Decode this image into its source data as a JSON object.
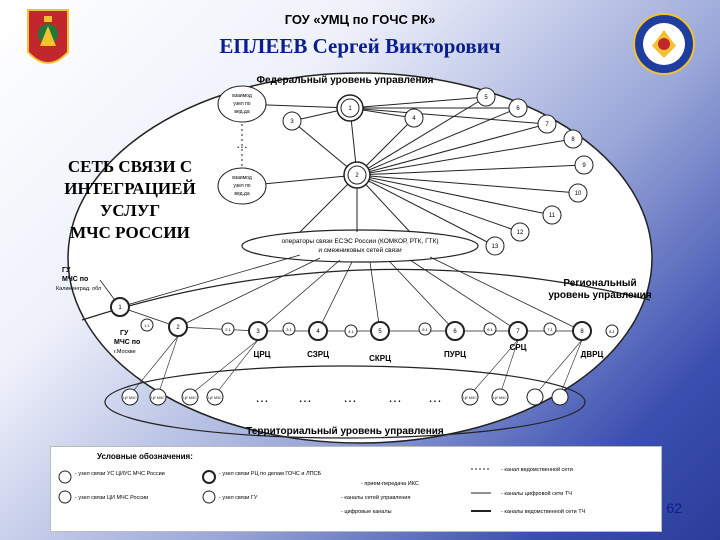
{
  "header": {
    "org": "ГОУ «УМЦ по ГОЧС РК»",
    "author": "ЕПЛЕЕВ Сергей Викторович"
  },
  "diagram": {
    "federal_label": "Федеральный уровень управления",
    "side_title_1": "СЕТЬ СВЯЗИ С",
    "side_title_2": "ИНТЕГРАЦИЕЙ",
    "side_title_3": "УСЛУГ",
    "side_title_4": "МЧС РОССИИ",
    "interaction_a": [
      "взаимод",
      "узел по",
      "вед.да"
    ],
    "interaction_b": [
      "взаимод",
      "узел по",
      "вед.да"
    ],
    "operators_1": "операторы связи ЕСЭС России (КОМКОР, РТК, ГТК)",
    "operators_2": "и смежниковых сетей связи",
    "gu_left_1": [
      "ГУ",
      "МЧС по",
      "Калининград. обл"
    ],
    "gu_left_2": [
      "ГУ",
      "МЧС по",
      "г.Москве"
    ],
    "regional_label": [
      "Региональный",
      "уровень управления"
    ],
    "region_centers": [
      "ЦРЦ",
      "СЗРЦ",
      "СКРЦ",
      "ПУРЦ",
      "СРЦ",
      "ДВРЦ"
    ],
    "territorial_label": "Территориальный уровень управления",
    "ellipsis": "…",
    "federal_nodes": [
      "1",
      "2",
      "3",
      "4",
      "5",
      "6",
      "7",
      "8",
      "9",
      "10",
      "11",
      "12",
      "13"
    ],
    "regional_nodes": [
      "1",
      "2",
      "3",
      "4",
      "5",
      "6",
      "7",
      "8"
    ],
    "regional_small": [
      "1.1",
      "2.1",
      "3.1",
      "4.1",
      "5.1",
      "6.1",
      "7.1",
      "8.1"
    ],
    "territorial_nodes": [
      "ЦУ МЧС",
      "ЦУ МЧС",
      "ЦУ МЧС",
      "ЦУ МЧС",
      "ЦУ МЧС",
      "ЦУ МЧС"
    ]
  },
  "legend": {
    "title": "Условные обозначения:",
    "items": [
      "- узел связи УС ЦИУС МЧС России",
      "- узел связи ЦИ МЧС России",
      "- узел связи РЦ по делам ГОЧС и ЛПСБ",
      "- узел связи ГУ",
      "- прием-передача ИКС",
      "- каналы сетей управления",
      "- цифровые каналы",
      "- канал ведомственной сети",
      "- каналы цифровой сети ТЧ",
      "- каналы ведомственной сети ТЧ"
    ]
  },
  "page_number": "62"
}
